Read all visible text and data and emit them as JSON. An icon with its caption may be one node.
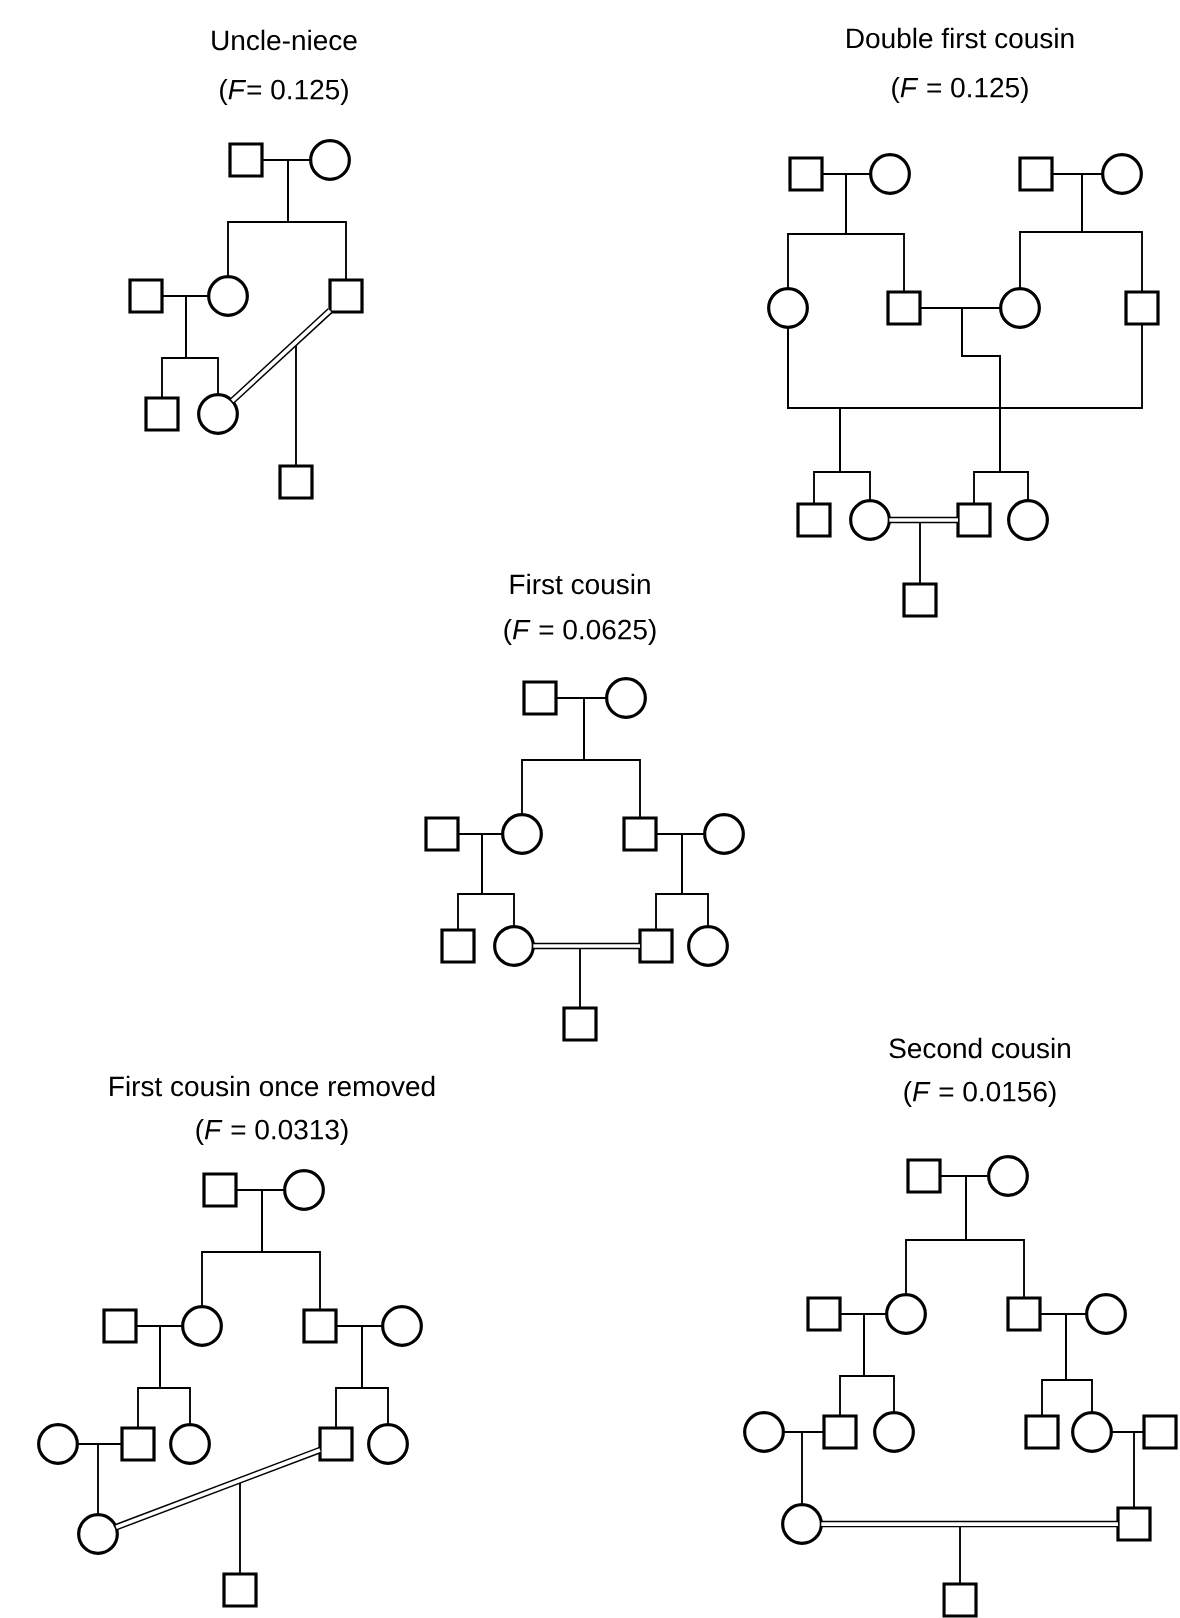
{
  "diagram": {
    "nodes": [
      {
        "text": [],
        "shape": "box"
      },
      {
        "text": [],
        "shape": "circle"
      },
      {
        "text": [],
        "shape": "box"
      },
      {
        "text": [],
        "shape": "circle"
      },
      {
        "text": [],
        "shape": "box"
      },
      {
        "text": [],
        "shape": "box"
      },
      {
        "text": [],
        "shape": "circle"
      },
      {
        "text": [],
        "shape": "box"
      },
      {
        "text": [],
        "shape": "box"
      },
      {
        "text": [],
        "shape": "circle"
      },
      {
        "text": [],
        "shape": "box"
      },
      {
        "text": [],
        "shape": "circle"
      },
      {
        "text": [],
        "shape": "circle"
      },
      {
        "text": [],
        "shape": "box"
      },
      {
        "text": [],
        "shape": "circle"
      },
      {
        "text": [],
        "shape": "box"
      },
      {
        "text": [],
        "shape": "box"
      },
      {
        "text": [],
        "shape": "circle"
      },
      {
        "text": [],
        "shape": "box"
      },
      {
        "text": [],
        "shape": "circle"
      },
      {
        "text": [],
        "shape": "box"
      },
      {
        "text": [],
        "shape": "box"
      },
      {
        "text": [],
        "shape": "circle"
      },
      {
        "text": [],
        "shape": "box"
      },
      {
        "text": [],
        "shape": "circle"
      },
      {
        "text": [],
        "shape": "box"
      },
      {
        "text": [],
        "shape": "circle"
      },
      {
        "text": [],
        "shape": "box"
      },
      {
        "text": [],
        "shape": "circle"
      },
      {
        "text": [],
        "shape": "box"
      },
      {
        "text": [],
        "shape": "circle"
      },
      {
        "text": [],
        "shape": "box"
      },
      {
        "text": [],
        "shape": "box"
      },
      {
        "text": [],
        "shape": "circle"
      },
      {
        "text": [],
        "shape": "box"
      },
      {
        "text": [],
        "shape": "circle"
      },
      {
        "text": [],
        "shape": "box"
      },
      {
        "text": [],
        "shape": "circle"
      },
      {
        "text": [],
        "shape": "circle"
      },
      {
        "text": [],
        "shape": "box"
      },
      {
        "text": [],
        "shape": "circle"
      },
      {
        "text": [],
        "shape": "box"
      },
      {
        "text": [],
        "shape": "circle"
      },
      {
        "text": [],
        "shape": "circle"
      },
      {
        "text": [],
        "shape": "box"
      },
      {
        "text": [],
        "shape": "box"
      },
      {
        "text": [],
        "shape": "circle"
      },
      {
        "text": [],
        "shape": "box"
      },
      {
        "text": [],
        "shape": "circle"
      },
      {
        "text": [],
        "shape": "box"
      },
      {
        "text": [],
        "shape": "circle"
      },
      {
        "text": [],
        "shape": "circle"
      },
      {
        "text": [],
        "shape": "box"
      },
      {
        "text": [],
        "shape": "circle"
      },
      {
        "text": [],
        "shape": "box"
      },
      {
        "text": [],
        "shape": "circle"
      },
      {
        "text": [],
        "shape": "box"
      },
      {
        "text": [],
        "shape": "circle"
      },
      {
        "text": [],
        "shape": "box"
      },
      {
        "text": [],
        "shape": "box"
      }
    ],
    "edges": [
      {
        "from": 0,
        "to": 1,
        "arrow": "none"
      },
      {
        "from": 0,
        "to": 3,
        "arrow": "none"
      },
      {
        "from": 0,
        "to": 4,
        "arrow": "none"
      },
      {
        "from": 2,
        "to": 3,
        "arrow": "none"
      },
      {
        "from": 2,
        "to": 5,
        "arrow": "none"
      },
      {
        "from": 2,
        "to": 6,
        "arrow": "none"
      },
      {
        "from": 4,
        "to": 6,
        "arrow": "none",
        "style": "thick"
      },
      {
        "from": 4,
        "to": 7,
        "arrow": "none"
      },
      {
        "from": 8,
        "to": 9,
        "arrow": "none"
      },
      {
        "from": 8,
        "to": 12,
        "arrow": "none"
      },
      {
        "from": 8,
        "to": 13,
        "arrow": "none"
      },
      {
        "from": 10,
        "to": 11,
        "arrow": "none"
      },
      {
        "from": 10,
        "to": 14,
        "arrow": "none"
      },
      {
        "from": 10,
        "to": 15,
        "arrow": "none"
      },
      {
        "from": 13,
        "to": 14,
        "arrow": "none"
      },
      {
        "from": 12,
        "to": 15,
        "arrow": "none"
      },
      {
        "from": 12,
        "to": 16,
        "arrow": "none"
      },
      {
        "from": 12,
        "to": 17,
        "arrow": "none"
      },
      {
        "from": 13,
        "to": 18,
        "arrow": "none"
      },
      {
        "from": 13,
        "to": 19,
        "arrow": "none"
      },
      {
        "from": 17,
        "to": 18,
        "arrow": "none",
        "style": "thick"
      },
      {
        "from": 17,
        "to": 20,
        "arrow": "none"
      },
      {
        "from": 21,
        "to": 22,
        "arrow": "none"
      },
      {
        "from": 21,
        "to": 24,
        "arrow": "none"
      },
      {
        "from": 21,
        "to": 25,
        "arrow": "none"
      },
      {
        "from": 23,
        "to": 24,
        "arrow": "none"
      },
      {
        "from": 23,
        "to": 27,
        "arrow": "none"
      },
      {
        "from": 23,
        "to": 28,
        "arrow": "none"
      },
      {
        "from": 25,
        "to": 26,
        "arrow": "none"
      },
      {
        "from": 25,
        "to": 29,
        "arrow": "none"
      },
      {
        "from": 25,
        "to": 30,
        "arrow": "none"
      },
      {
        "from": 28,
        "to": 29,
        "arrow": "none",
        "style": "thick"
      },
      {
        "from": 28,
        "to": 31,
        "arrow": "none"
      },
      {
        "from": 32,
        "to": 33,
        "arrow": "none"
      },
      {
        "from": 32,
        "to": 35,
        "arrow": "none"
      },
      {
        "from": 32,
        "to": 36,
        "arrow": "none"
      },
      {
        "from": 34,
        "to": 35,
        "arrow": "none"
      },
      {
        "from": 34,
        "to": 39,
        "arrow": "none"
      },
      {
        "from": 34,
        "to": 40,
        "arrow": "none"
      },
      {
        "from": 36,
        "to": 37,
        "arrow": "none"
      },
      {
        "from": 36,
        "to": 41,
        "arrow": "none"
      },
      {
        "from": 36,
        "to": 42,
        "arrow": "none"
      },
      {
        "from": 38,
        "to": 39,
        "arrow": "none"
      },
      {
        "from": 38,
        "to": 43,
        "arrow": "none"
      },
      {
        "from": 43,
        "to": 41,
        "arrow": "none",
        "style": "thick"
      },
      {
        "from": 43,
        "to": 44,
        "arrow": "none"
      },
      {
        "from": 45,
        "to": 46,
        "arrow": "none"
      },
      {
        "from": 45,
        "to": 48,
        "arrow": "none"
      },
      {
        "from": 45,
        "to": 49,
        "arrow": "none"
      },
      {
        "from": 47,
        "to": 48,
        "arrow": "none"
      },
      {
        "from": 47,
        "to": 52,
        "arrow": "none"
      },
      {
        "from": 47,
        "to": 53,
        "arrow": "none"
      },
      {
        "from": 49,
        "to": 50,
        "arrow": "none"
      },
      {
        "from": 49,
        "to": 54,
        "arrow": "none"
      },
      {
        "from": 49,
        "to": 55,
        "arrow": "none"
      },
      {
        "from": 51,
        "to": 52,
        "arrow": "none"
      },
      {
        "from": 51,
        "to": 57,
        "arrow": "none"
      },
      {
        "from": 55,
        "to": 56,
        "arrow": "none"
      },
      {
        "from": 55,
        "to": 58,
        "arrow": "none"
      },
      {
        "from": 57,
        "to": 58,
        "arrow": "none",
        "style": "thick"
      },
      {
        "from": 57,
        "to": 59,
        "arrow": "none"
      }
    ],
    "labels": [
      "Uncle-niece",
      "(*F*= 0.125)",
      "Double first cousin",
      "(*F* = 0.125)",
      "First cousin",
      "(*F* = 0.0625)",
      "First cousin once removed",
      "(*F* = 0.0313)",
      "Second cousin",
      "(*F* = 0.0156)"
    ]
  }
}
